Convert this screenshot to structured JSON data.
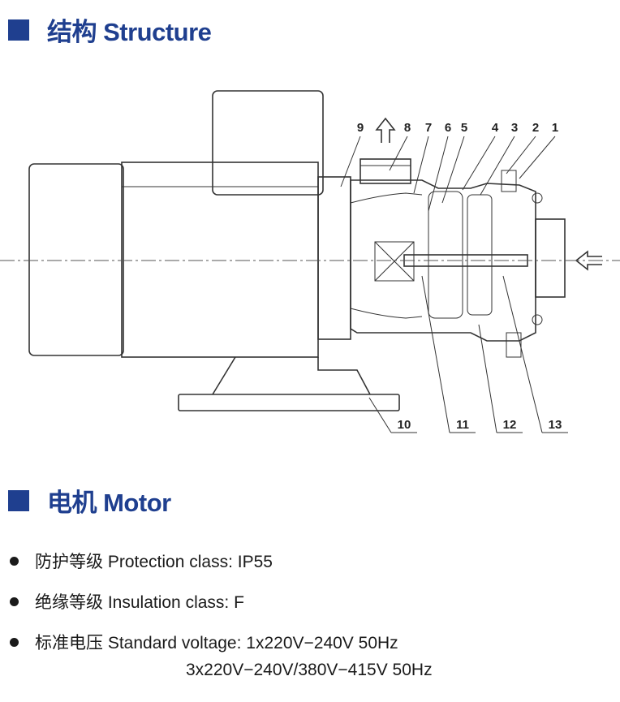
{
  "structure": {
    "title": "结构 Structure"
  },
  "diagram": {
    "part_numbers_top": [
      "9",
      "8",
      "7",
      "6",
      "5",
      "4",
      "3",
      "2",
      "1"
    ],
    "part_numbers_bottom": [
      "10",
      "11",
      "12",
      "13"
    ]
  },
  "motor": {
    "title": "电机  Motor",
    "specs": [
      "防护等级 Protection class: IP55",
      "绝缘等级 Insulation class:  F",
      "标准电压 Standard voltage: 1x220V−240V 50Hz"
    ],
    "voltage_line2": "3x220V−240V/380V−415V 50Hz"
  },
  "colors": {
    "accent": "#1f3f8f",
    "text": "#1a1a1a",
    "line": "#333333"
  }
}
